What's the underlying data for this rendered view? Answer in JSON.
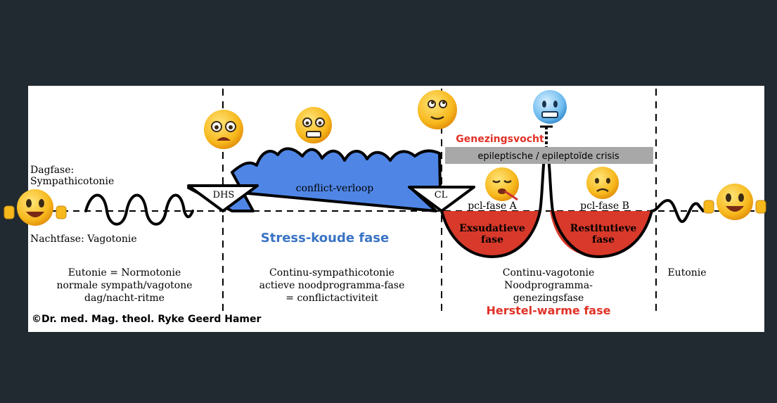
{
  "labels": {
    "dagfase_1": "Dagfase:",
    "dagfase_2": "Sympathicotonie",
    "nachtfase": "Nachtfase: Vagotonie",
    "dhs": "DHS",
    "cl": "CL",
    "conflict": "conflict-verloop",
    "stress": "Stress-koude fase",
    "genezingsvocht": "Genezingsvocht",
    "crisis": "epileptische / epileptoïde crisis",
    "pcl_a": "pcl-fase A",
    "pcl_b": "pcl-fase B",
    "exsud_1": "Exsudatieve",
    "exsud_2": "fase",
    "restit_1": "Restitutieve",
    "restit_2": "fase",
    "eutonie_1": "Eutonie = Normotonie",
    "eutonie_2": "normale sympath/vagotone",
    "eutonie_3": "dag/nacht-ritme",
    "continu_s_1": "Continu-sympathicotonie",
    "continu_s_2": "actieve noodprogramma-fase",
    "continu_s_3": "= conflictactiviteit",
    "continu_v_1": "Continu-vagotonie",
    "continu_v_2": "Noodprogramma-",
    "continu_v_3": "genezingsfase",
    "herstel": "Herstel-warme fase",
    "eutonie_right": "Eutonie",
    "copyright": "©Dr. med. Mag. theol. Ryke Geerd Hamer"
  },
  "emojis": [
    {
      "name": "happy-thumbs-emoji-left",
      "mood": "happy"
    },
    {
      "name": "scared-emoji",
      "mood": "scared"
    },
    {
      "name": "anxious-emoji",
      "mood": "anxious"
    },
    {
      "name": "relieved-emoji",
      "mood": "relieved"
    },
    {
      "name": "freezing-emoji",
      "mood": "freezing"
    },
    {
      "name": "sick-emoji",
      "mood": "sick"
    },
    {
      "name": "worried-emoji",
      "mood": "worried"
    },
    {
      "name": "happy-thumbs-emoji-right",
      "mood": "happy"
    }
  ],
  "colors": {
    "conflict_fill": "#4f86e6",
    "healing_fill": "#d8392a",
    "stress_text": "#3a74c4",
    "red_text": "#e03227",
    "crisis_bar": "#a8a8a8"
  }
}
